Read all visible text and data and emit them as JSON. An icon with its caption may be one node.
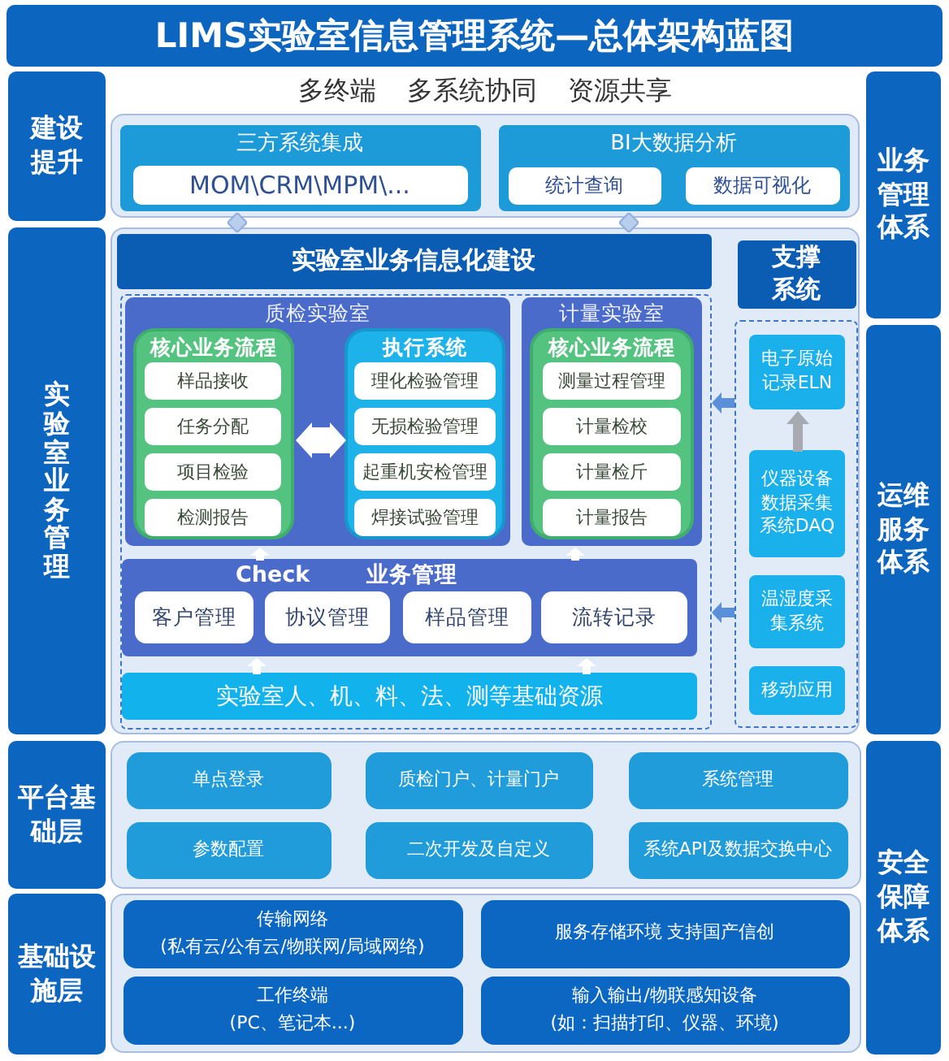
{
  "diagram": {
    "title": "LIMS实验室信息管理系统—总体架构蓝图",
    "nodes": [
      {
        "text": [
          "建设提升"
        ]
      },
      {
        "text": [
          "多终端 多系统协同 资源共享"
        ]
      },
      {
        "text": [
          "三方系统集成"
        ],
        "in": 1
      },
      {
        "text": [
          "MOM\\CRM\\MPM\\..."
        ],
        "in": 2
      },
      {
        "text": [
          "BI大数据分析"
        ],
        "in": 1
      },
      {
        "text": [
          "统计查询"
        ],
        "in": 4
      },
      {
        "text": [
          "数据可视化"
        ],
        "in": 4
      },
      {
        "text": [
          "业务管理体系"
        ]
      },
      {
        "text": [
          "实验室业务管理"
        ]
      },
      {
        "text": [],
        "shape": "box"
      },
      {
        "text": [
          "实验室业务信息化建设"
        ],
        "in": 9
      },
      {
        "text": [
          "支撑系统"
        ],
        "in": 9
      },
      {
        "text": [],
        "shape": "box",
        "in": 9
      },
      {
        "text": [
          "质检实验室"
        ],
        "in": 12
      },
      {
        "text": [
          "核心业务流程"
        ],
        "in": 13
      },
      {
        "text": [
          "样品接收"
        ],
        "in": 14
      },
      {
        "text": [
          "任务分配"
        ],
        "in": 14
      },
      {
        "text": [
          "项目检验"
        ],
        "in": 14
      },
      {
        "text": [
          "检测报告"
        ],
        "in": 14
      },
      {
        "text": [
          "执行系统"
        ],
        "in": 13
      },
      {
        "text": [
          "理化检验管理"
        ],
        "in": 19
      },
      {
        "text": [
          "无损检验管理"
        ],
        "in": 19
      },
      {
        "text": [
          "起重机安检管理"
        ],
        "in": 19
      },
      {
        "text": [
          "焊接试验管理"
        ],
        "in": 19
      },
      {
        "text": [
          "计量实验室"
        ],
        "in": 12
      },
      {
        "text": [
          "核心业务流程"
        ],
        "in": 24
      },
      {
        "text": [
          "测量过程管理"
        ],
        "in": 25
      },
      {
        "text": [
          "计量检校"
        ],
        "in": 25
      },
      {
        "text": [
          "计量检斤"
        ],
        "in": 25
      },
      {
        "text": [
          "计量报告"
        ],
        "in": 25
      },
      {
        "text": [
          "Check",
          "业务管理"
        ],
        "in": 12
      },
      {
        "text": [
          "客户管理"
        ],
        "in": 30
      },
      {
        "text": [
          "协议管理"
        ],
        "in": 30
      },
      {
        "text": [
          "样品管理"
        ],
        "in": 30
      },
      {
        "text": [
          "流转记录"
        ],
        "in": 30
      },
      {
        "text": [
          "实验室人、机、料、法、测等基础资源"
        ],
        "in": 12
      },
      {
        "text": [],
        "shape": "box",
        "in": 9
      },
      {
        "text": [
          "电子原始记录ELN"
        ],
        "in": 36
      },
      {
        "text": [
          "仪器设备数据采集系统DAQ"
        ],
        "in": 36
      },
      {
        "text": [
          "温湿度采集系统"
        ],
        "in": 36
      },
      {
        "text": [
          "移动应用"
        ],
        "in": 36
      },
      {
        "text": [
          "运维服务体系"
        ]
      },
      {
        "text": [
          "平台基础层"
        ]
      },
      {
        "text": [],
        "shape": "box"
      },
      {
        "text": [
          "单点登录"
        ],
        "in": 43
      },
      {
        "text": [
          "质检门户、计量门户"
        ],
        "in": 43
      },
      {
        "text": [
          "系统管理"
        ],
        "in": 43
      },
      {
        "text": [
          "参数配置"
        ],
        "in": 43
      },
      {
        "text": [
          "二次开发及自定义"
        ],
        "in": 43
      },
      {
        "text": [
          "系统API及数据交换中心"
        ],
        "in": 43
      },
      {
        "text": [
          "安全保障体系"
        ]
      },
      {
        "text": [
          "基础设施层"
        ]
      },
      {
        "text": [],
        "shape": "box"
      },
      {
        "text": [
          "传输网络",
          "(私有云/公有云/物联网/局域网络)"
        ],
        "in": 52
      },
      {
        "text": [
          "服务存储环境 支持国产信创"
        ],
        "in": 52
      },
      {
        "text": [
          "工作终端",
          "(PC、笔记本...)"
        ],
        "in": 52
      },
      {
        "text": [
          "输入输出/物联感知设备",
          "(如：扫描打印、仪器、环境)"
        ],
        "in": 52
      }
    ],
    "edges": [
      {
        "from": 14,
        "to": 19,
        "arrow": "both"
      },
      {
        "from": 30,
        "to": 13,
        "arrow": "to"
      },
      {
        "from": 30,
        "to": 24,
        "arrow": "to"
      },
      {
        "from": 35,
        "to": 30,
        "arrow": "to"
      },
      {
        "from": 35,
        "to": 30,
        "arrow": "to"
      },
      {
        "from": 38,
        "to": 37,
        "arrow": "to",
        "color": "#a7abb1"
      },
      {
        "from": 36,
        "to": 12,
        "arrow": "to",
        "color": "#5a8fda"
      },
      {
        "from": 36,
        "to": 12,
        "arrow": "to",
        "color": "#5a8fda"
      }
    ]
  }
}
